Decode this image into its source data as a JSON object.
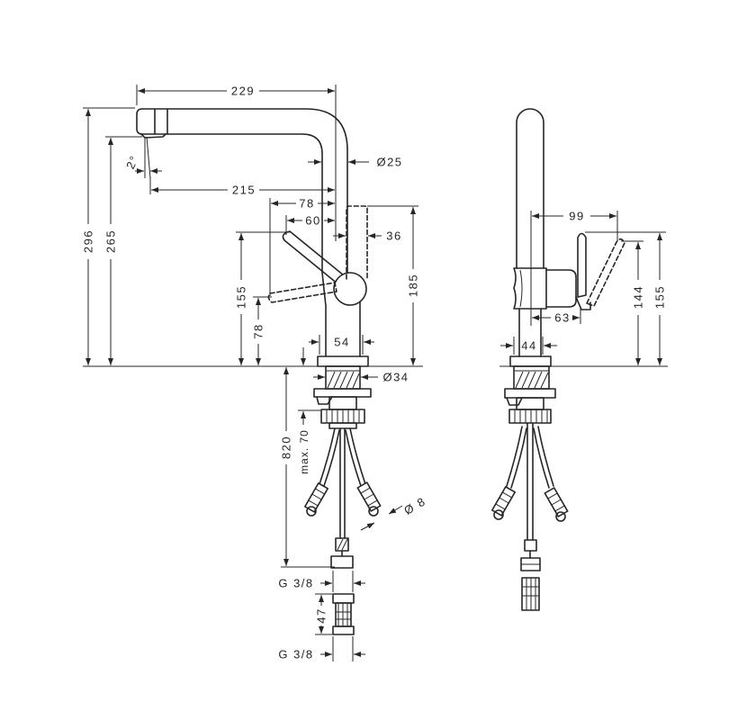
{
  "front_view": {
    "top_width": "229",
    "total_height": "296",
    "spout_height": "265",
    "spout_angle": "2°",
    "spout_reach": "215",
    "spout_diameter": "Ø25",
    "lever_reach_open": "78",
    "lever_reach": "60",
    "lever_width": "36",
    "lever_height_open": "185",
    "lever_height": "155",
    "lever_height_low": "78",
    "body_width": "54",
    "shank_diameter": "Ø34",
    "hose_length": "820",
    "counter_thickness": "max. 70",
    "hose_diameter": "Ø 8",
    "thread_top": "G 3/8",
    "adapter_length": "47",
    "thread_bottom": "G 3/8"
  },
  "side_view": {
    "lever_reach": "99",
    "lever_height_open": "144",
    "lever_height": "155",
    "handle_depth": "63",
    "body_width": "44"
  }
}
